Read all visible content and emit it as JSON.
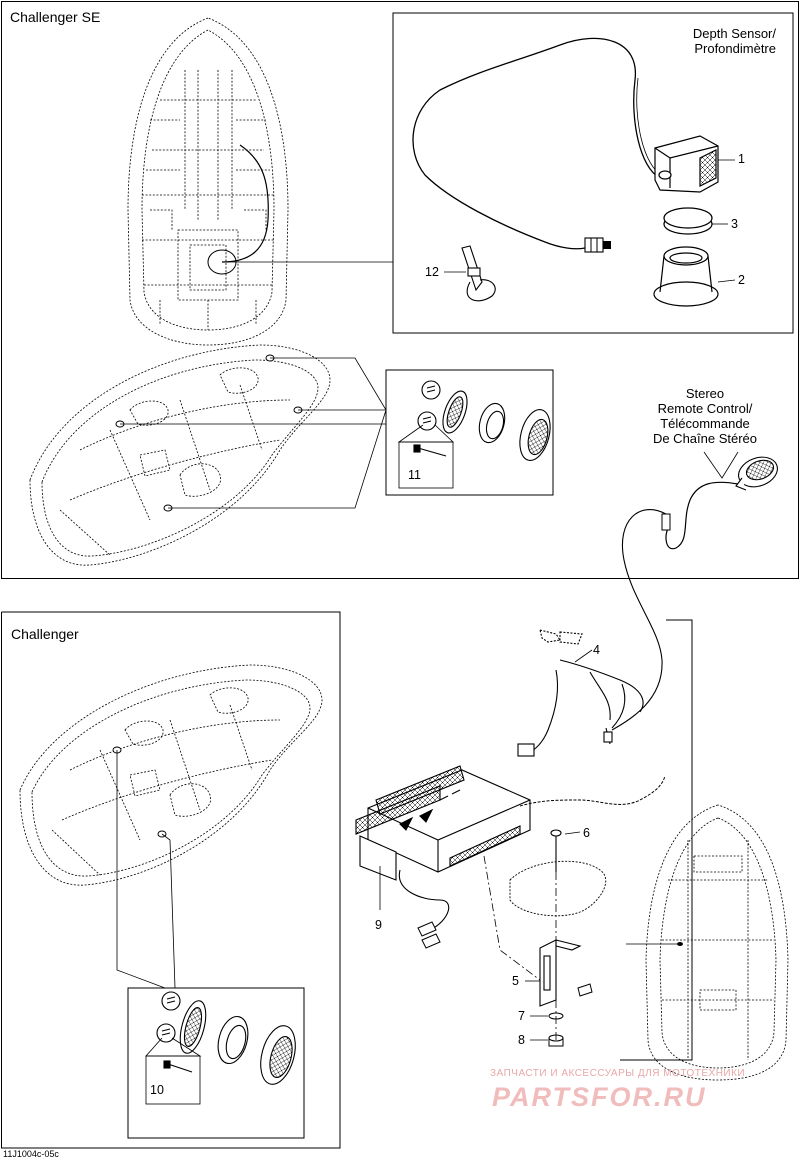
{
  "titles": {
    "challenger_se": "Challenger SE",
    "challenger": "Challenger",
    "depth_sensor": [
      "Depth Sensor/",
      "Profondimètre"
    ],
    "stereo_remote": [
      "Stereo",
      "Remote Control/",
      "Télécommande",
      "De Chaîne Stéréo"
    ]
  },
  "callouts": {
    "p1": "1",
    "p2": "2",
    "p3": "3",
    "p4": "4",
    "p5": "5",
    "p6": "6",
    "p7": "7",
    "p8": "8",
    "p9": "9",
    "p10": "10",
    "p11": "11",
    "p12": "12"
  },
  "footer": {
    "code": "11J1004c-05c",
    "watermark_line": "ЗАПЧАСТИ И АКСЕССУАРЫ ДЛЯ МОТОТЕХНИКИ",
    "watermark_logo": "PARTSFOR.RU"
  }
}
